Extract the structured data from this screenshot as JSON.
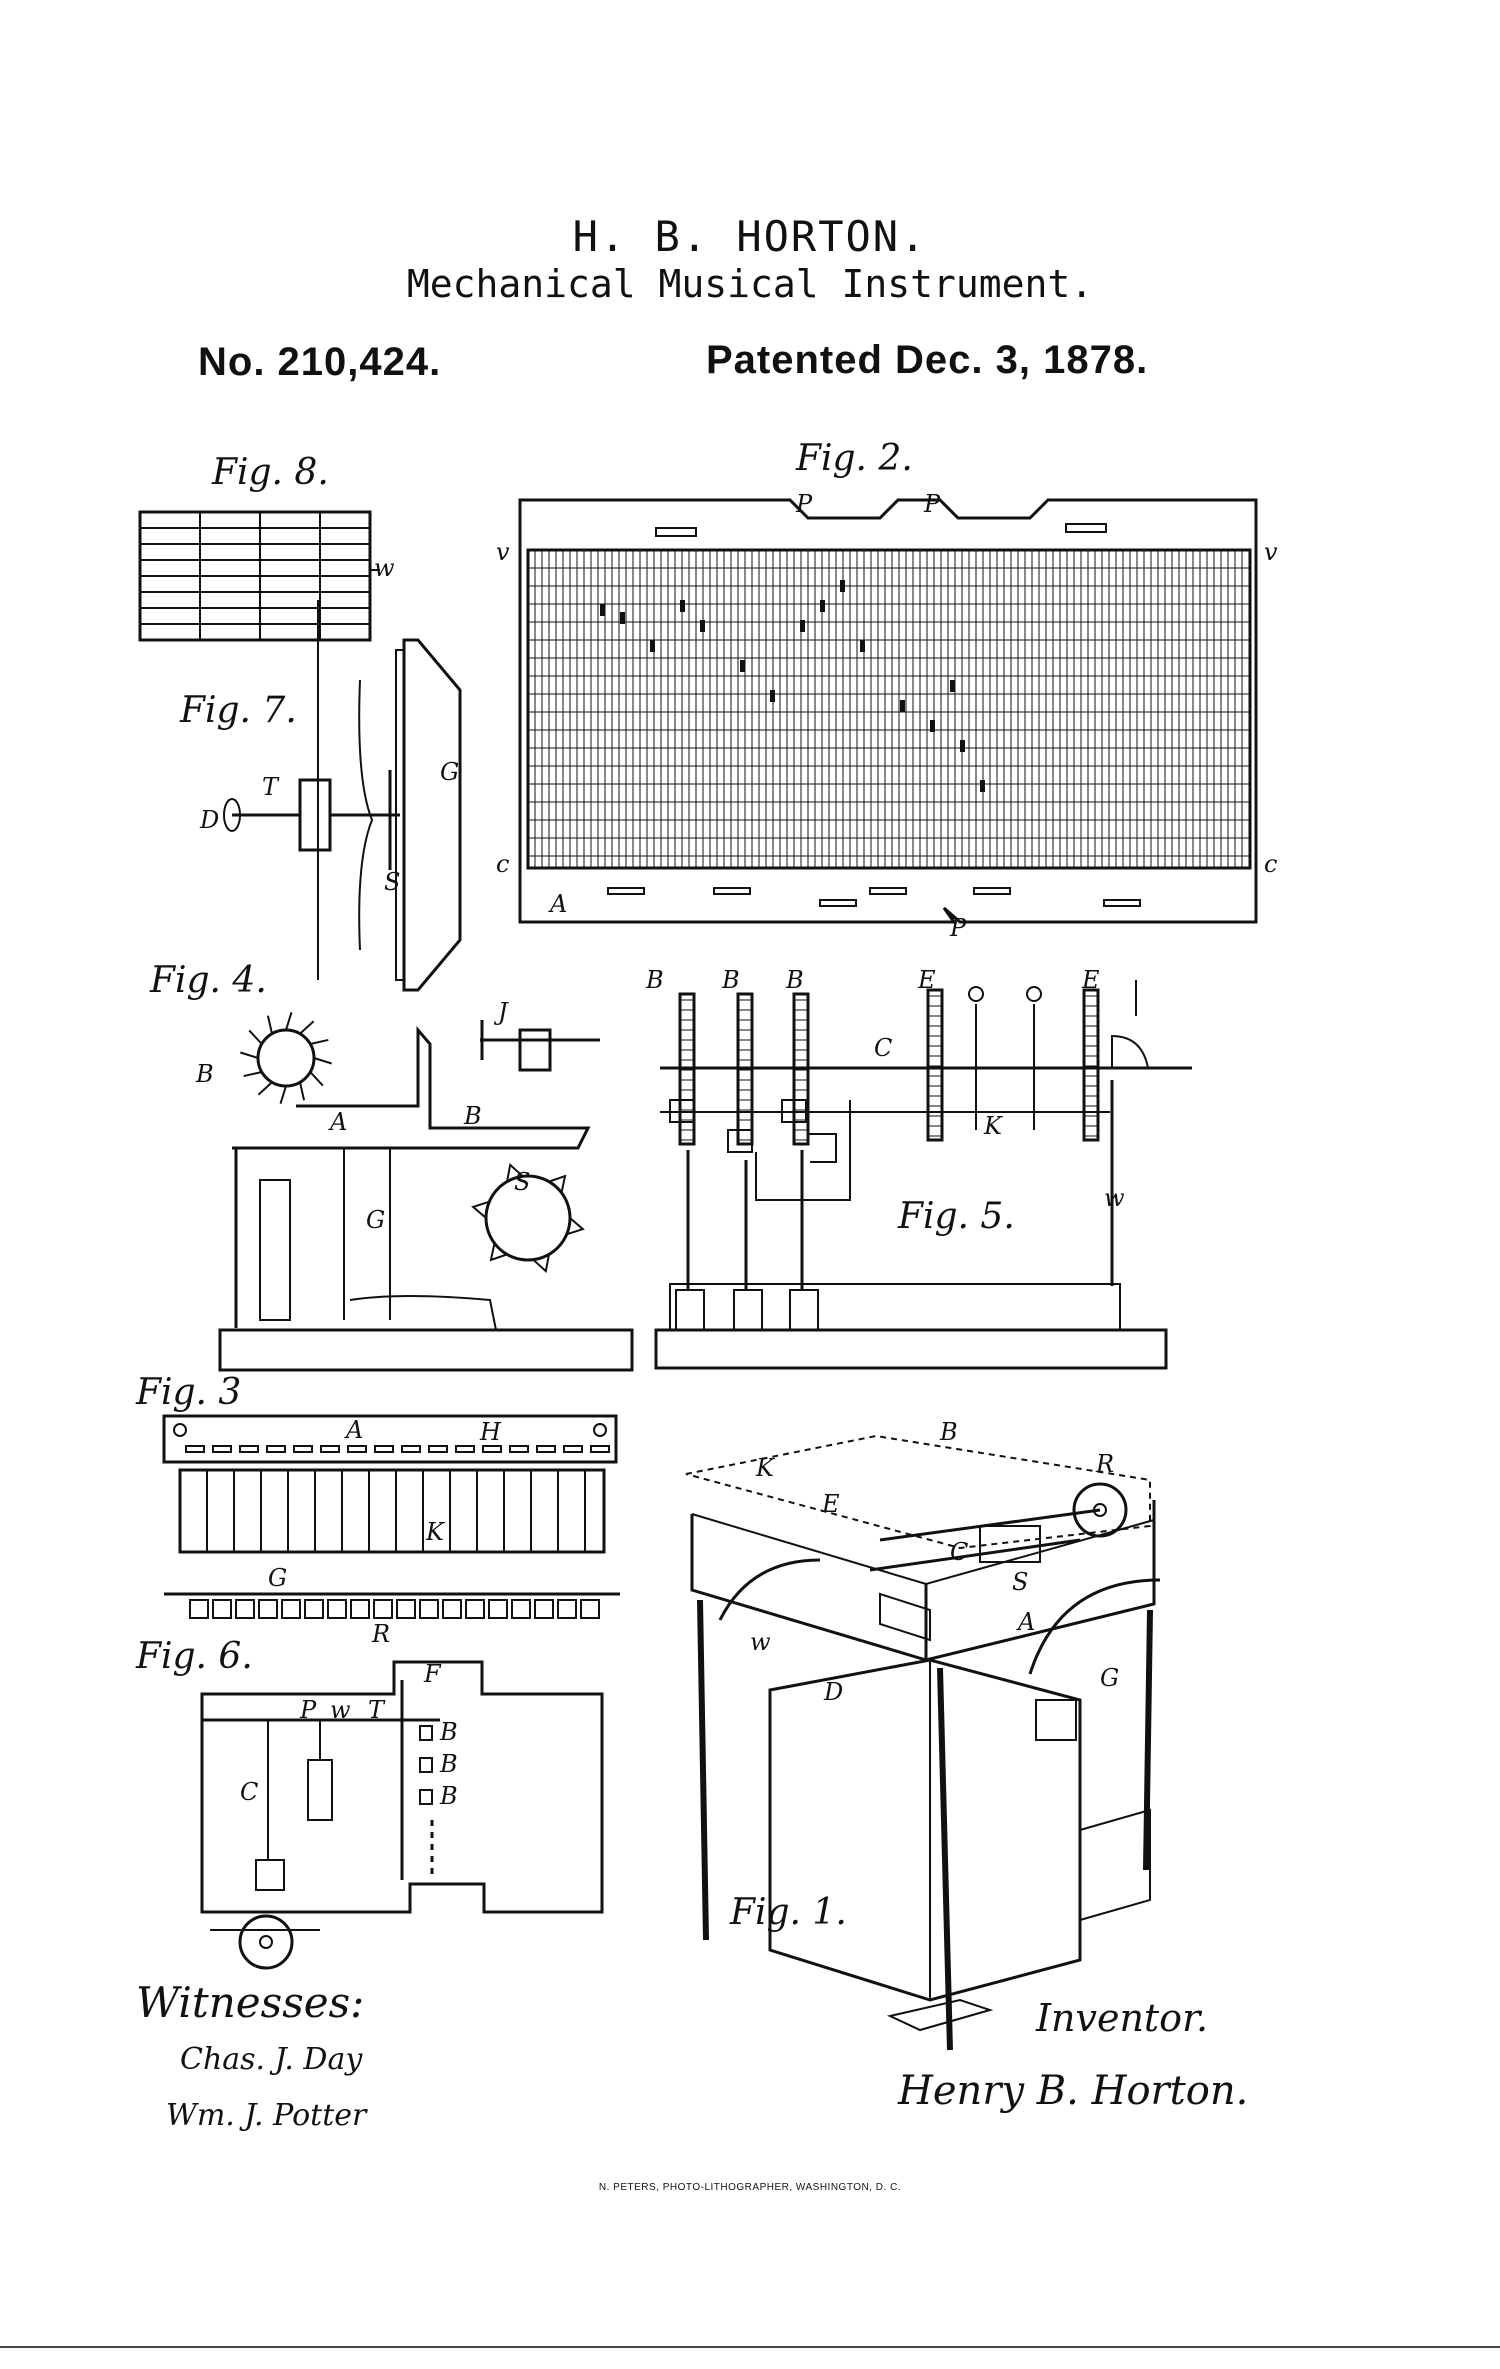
{
  "header": {
    "inventor_name": "H. B. HORTON.",
    "title": "Mechanical Musical Instrument.",
    "patent_number": "No. 210,424.",
    "patent_date": "Patented Dec. 3, 1878."
  },
  "figures": {
    "fig8": "Fig. 8.",
    "fig7": "Fig. 7.",
    "fig2": "Fig. 2.",
    "fig4": "Fig. 4.",
    "fig5": "Fig. 5.",
    "fig3": "Fig. 3",
    "fig6": "Fig. 6.",
    "fig1": "Fig. 1."
  },
  "signatures": {
    "witnesses_label": "Witnesses:",
    "witness_1": "Chas. J. Day",
    "witness_2": "Wm. J. Potter",
    "inventor_label": "Inventor.",
    "inventor_signature": "Henry B. Horton."
  },
  "footer": {
    "lithographer": "N. PETERS, PHOTO-LITHOGRAPHER, WASHINGTON, D. C."
  }
}
